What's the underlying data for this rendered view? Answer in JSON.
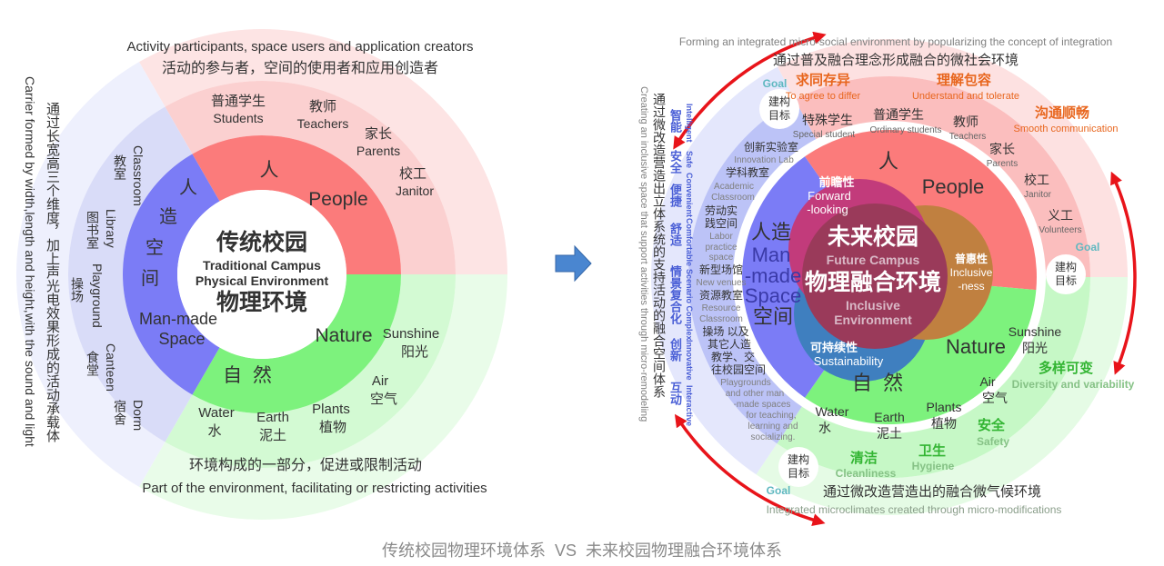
{
  "colors": {
    "people": "#fb7b7b",
    "nature": "#7df27d",
    "manmade": "#7b7cf6",
    "arrow_red": "#e8141a",
    "arrow_blue": "#4a86d0",
    "forward_looking": "#c23b7b",
    "inclusiveness": "#c08040",
    "sustainability": "#3f7fbf",
    "core": "#9a3a5a"
  },
  "left": {
    "center": {
      "zh1": "传统校园",
      "en1": "Traditional Campus",
      "en2": "Physical Environment",
      "zh2": "物理环境"
    },
    "people": {
      "zh": "人",
      "en": "People",
      "members_zh": [
        "普通学生",
        "教师",
        "家长",
        "校工"
      ],
      "members_en": [
        "Students",
        "Teachers",
        "Parents",
        "Janitor"
      ],
      "outer_en": "Activity participants, space users and application creators",
      "outer_zh": "活动的参与者，空间的使用者和应用创造者"
    },
    "manmade": {
      "zh": [
        "人",
        "造",
        "空",
        "间"
      ],
      "en1": "Man-made",
      "en2": "Space",
      "rooms_zh": [
        "宿舍",
        "食堂",
        "操场",
        "图书室",
        "教室"
      ],
      "rooms_en": [
        "Dorm",
        "Canteen",
        "Playground",
        "Library",
        "Classroom"
      ],
      "outer_en": "Carrier formed by width,length and height,with the sound and light",
      "outer_zh": "通过长宽高三个维度，加上声光电效果形成的活动承载体"
    },
    "nature": {
      "zh": "自  然",
      "en": "Nature",
      "elements_en": [
        "Water",
        "Earth",
        "Plants",
        "Air",
        "Sunshine"
      ],
      "elements_zh": [
        "水",
        "泥土",
        "植物",
        "空气",
        "阳光"
      ],
      "outer_zh": "环境构成的一部分，促进或限制活动",
      "outer_en": "Part of the environment, facilitating or restricting activities"
    }
  },
  "right": {
    "center": {
      "zh1": "未来校园",
      "en1": "Future Campus",
      "zh2": "物理融合环境",
      "en2": "Inclusive",
      "en3": "Environment"
    },
    "forward": {
      "zh": "前瞻性",
      "en1": "Forward",
      "en2": "-looking"
    },
    "inclusive": {
      "zh": "普惠性",
      "en1": "Inclusive",
      "en2": "-ness"
    },
    "sustain": {
      "zh": "可持续性",
      "en": "Sustainability"
    },
    "goal": {
      "zh1": "建构",
      "zh2": "目标",
      "en": "Goal"
    },
    "people": {
      "zh": "人",
      "en": "People",
      "members_zh": [
        "特殊学生",
        "普通学生",
        "教师",
        "家长",
        "校工",
        "义工"
      ],
      "members_en": [
        "Special student",
        "Ordinary students",
        "Teachers",
        "Parents",
        "Janitor",
        "Volunteers"
      ],
      "qualities_zh": [
        "求同存异",
        "理解包容",
        "沟通顺畅"
      ],
      "qualities_en": [
        "To agree to differ",
        "Understand and tolerate",
        "Smooth communication"
      ],
      "outer_zh": "通过普及融合理念形成融合的微社会环境",
      "outer_en": "Forming an integrated micro-social environment by popularizing the concept of integration"
    },
    "manmade": {
      "zh1": "人造",
      "en1": "Man",
      "en2": "-made",
      "en3": "Space",
      "zh2": "空间",
      "spaces": [
        "创新实验室",
        "Innovation Lab",
        "学科教室",
        "Academic",
        "Classroom",
        "劳动实",
        "践空间",
        "Labor",
        "practice space",
        "新型场馆",
        "New venues",
        "资源教室",
        "Resource",
        "Classroom",
        "操场 以及",
        "其它人造",
        "教学、交",
        "往校园空间",
        "Playgrounds",
        "and other man",
        "-made spaces",
        "for teaching,",
        "learning and",
        "socializing."
      ],
      "qualities_zh": [
        "智能",
        "安全",
        "便捷",
        "舒适",
        "情景复合化",
        "创新",
        "互动"
      ],
      "qualities_en": [
        "Intelligent",
        "Safe",
        "Convenient",
        "Comfortable",
        "Scenario Complex",
        "Innovative",
        "Interactive"
      ],
      "outer_zh": "通过微改造营造出立体系统的支持活动的融合空间体系",
      "outer_en": "Creating an inclusive space that support activities through micro-remodeling"
    },
    "nature": {
      "zh": "自  然",
      "en": "Nature",
      "elements_en": [
        "Water",
        "Earth",
        "Plants",
        "Air",
        "Sunshine"
      ],
      "elements_zh": [
        "水",
        "泥土",
        "植物",
        "空气",
        "阳光"
      ],
      "qualities_zh": [
        "清洁",
        "卫生",
        "安全",
        "多样可变"
      ],
      "qualities_en": [
        "Cleanliness",
        "Hygiene",
        "Safety",
        "Diversity and variability"
      ],
      "outer_zh": "通过微改造营造出的融合微气候环境",
      "outer_en": "Integrated microclimates created through micro-modifications"
    }
  },
  "caption": "传统校园物理环境体系  VS  未来校园物理融合环境体系"
}
